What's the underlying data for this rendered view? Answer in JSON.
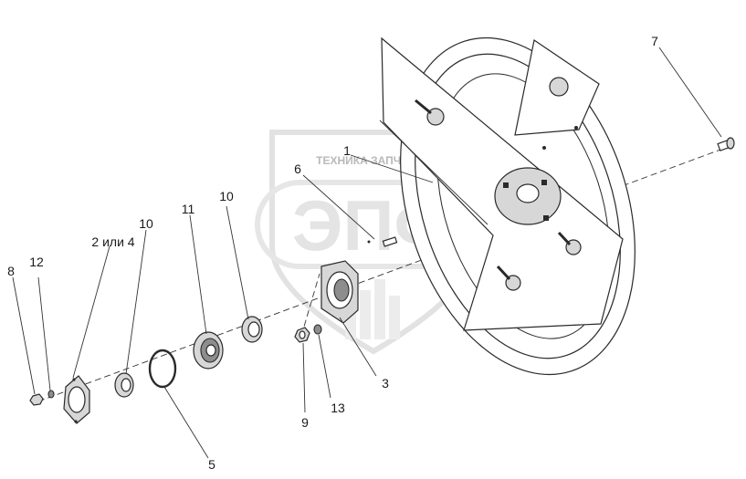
{
  "watermark": {
    "text": "ТЕХНИКА ЗАПЧАСТИ",
    "logo": "ЭПФ"
  },
  "callouts": [
    {
      "id": "c1",
      "label": "1"
    },
    {
      "id": "c2or4",
      "label": "2 или 4"
    },
    {
      "id": "c3",
      "label": "3"
    },
    {
      "id": "c5",
      "label": "5"
    },
    {
      "id": "c6",
      "label": "6"
    },
    {
      "id": "c7",
      "label": "7"
    },
    {
      "id": "c8",
      "label": "8"
    },
    {
      "id": "c9",
      "label": "9"
    },
    {
      "id": "c10a",
      "label": "10"
    },
    {
      "id": "c10b",
      "label": "10"
    },
    {
      "id": "c11",
      "label": "11"
    },
    {
      "id": "c12",
      "label": "12"
    },
    {
      "id": "c13",
      "label": "13"
    }
  ],
  "colors": {
    "line": "#2a2a2a",
    "shade": "#d7d7d7",
    "dark": "#8d8d8d",
    "watermark": "#b9b9b9"
  }
}
